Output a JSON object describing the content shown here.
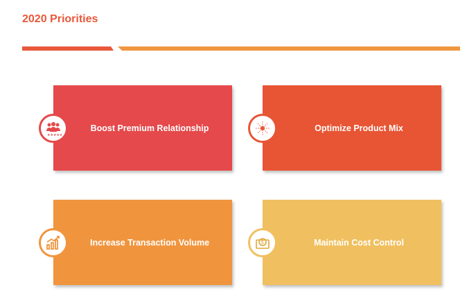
{
  "title": "2020 Priorities",
  "colors": {
    "red": "#e5494b",
    "orange_red": "#e85534",
    "orange": "#f0953e",
    "yellow": "#f0c060"
  },
  "cards": [
    {
      "label": "Boost Premium Relationship",
      "icon": "users-stars-icon"
    },
    {
      "label": "Optimize Product Mix",
      "icon": "network-icon"
    },
    {
      "label": "Increase Transaction Volume",
      "icon": "bar-chart-growth-icon"
    },
    {
      "label": "Maintain Cost Control",
      "icon": "money-icon"
    }
  ]
}
